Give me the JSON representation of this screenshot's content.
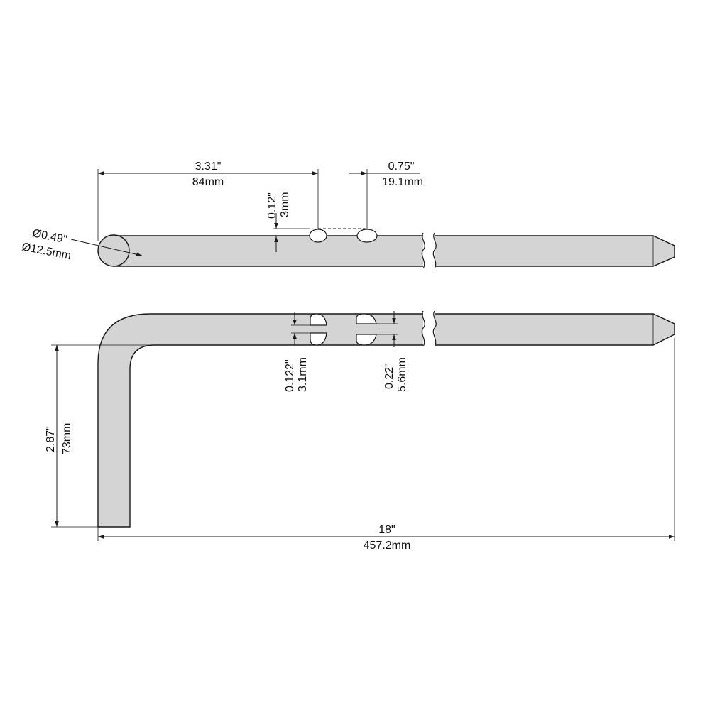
{
  "dimensions": {
    "diameter": {
      "imperial": "Ø0.49\"",
      "metric": "Ø12.5mm"
    },
    "hole_offset": {
      "imperial": "3.31\"",
      "metric": "84mm"
    },
    "hole_spacing": {
      "imperial": "0.75\"",
      "metric": "19.1mm"
    },
    "hole_depth": {
      "imperial": "0.12\"",
      "metric": "3mm"
    },
    "slot_small": {
      "imperial": "0.122\"",
      "metric": "3.1mm"
    },
    "slot_large": {
      "imperial": "0.22\"",
      "metric": "5.6mm"
    },
    "leg_height": {
      "imperial": "2.87\"",
      "metric": "73mm"
    },
    "overall_length": {
      "imperial": "18\"",
      "metric": "457.2mm"
    }
  },
  "colors": {
    "part_fill": "#d4d4d4",
    "line": "#1a1a1a",
    "background": "#ffffff"
  }
}
